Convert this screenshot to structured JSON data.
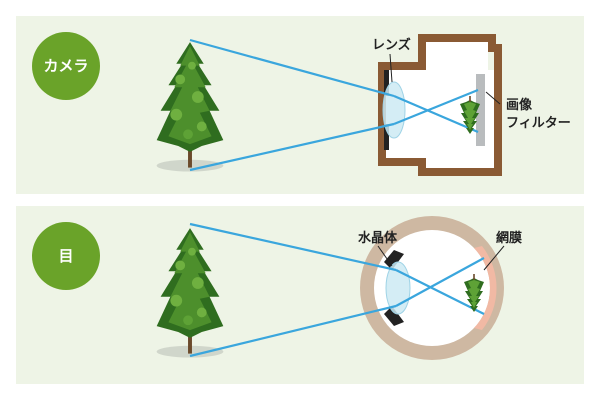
{
  "colors": {
    "panel": "#eef4e6",
    "badge": "#6aa329",
    "ray": "#3aa6dd",
    "camera_body": "#8a5a34",
    "lens": "#cdeaf3",
    "filter": "#b9bcbe",
    "eye_wall": "#ceb8a2",
    "retina": "#f1b9a4",
    "iris": "#222222",
    "tree_dark": "#2f6d1f",
    "tree_light": "#6fb040",
    "trunk": "#6b4a2b"
  },
  "camera_panel": {
    "badge": "カメラ",
    "lens_label": "レンズ",
    "filter_label_line1": "画像",
    "filter_label_line2": "フィルター",
    "tree_icon": "tree-icon",
    "image_icon": "inverted-tree-icon"
  },
  "eye_panel": {
    "badge": "目",
    "lens_label": "水晶体",
    "retina_label": "網膜",
    "tree_icon": "tree-icon",
    "image_icon": "inverted-tree-icon"
  }
}
